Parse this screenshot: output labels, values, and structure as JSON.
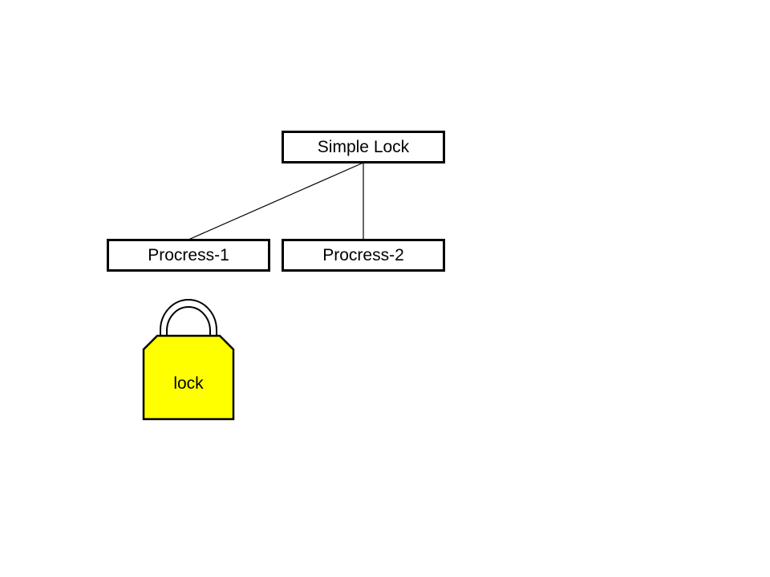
{
  "diagram": {
    "root": {
      "label": "Simple Lock"
    },
    "children": [
      {
        "label": "Procress-1"
      },
      {
        "label": "Procress-2"
      }
    ]
  },
  "lock": {
    "label": "lock",
    "fill_color": "#ffff00",
    "icon": "padlock-icon"
  }
}
